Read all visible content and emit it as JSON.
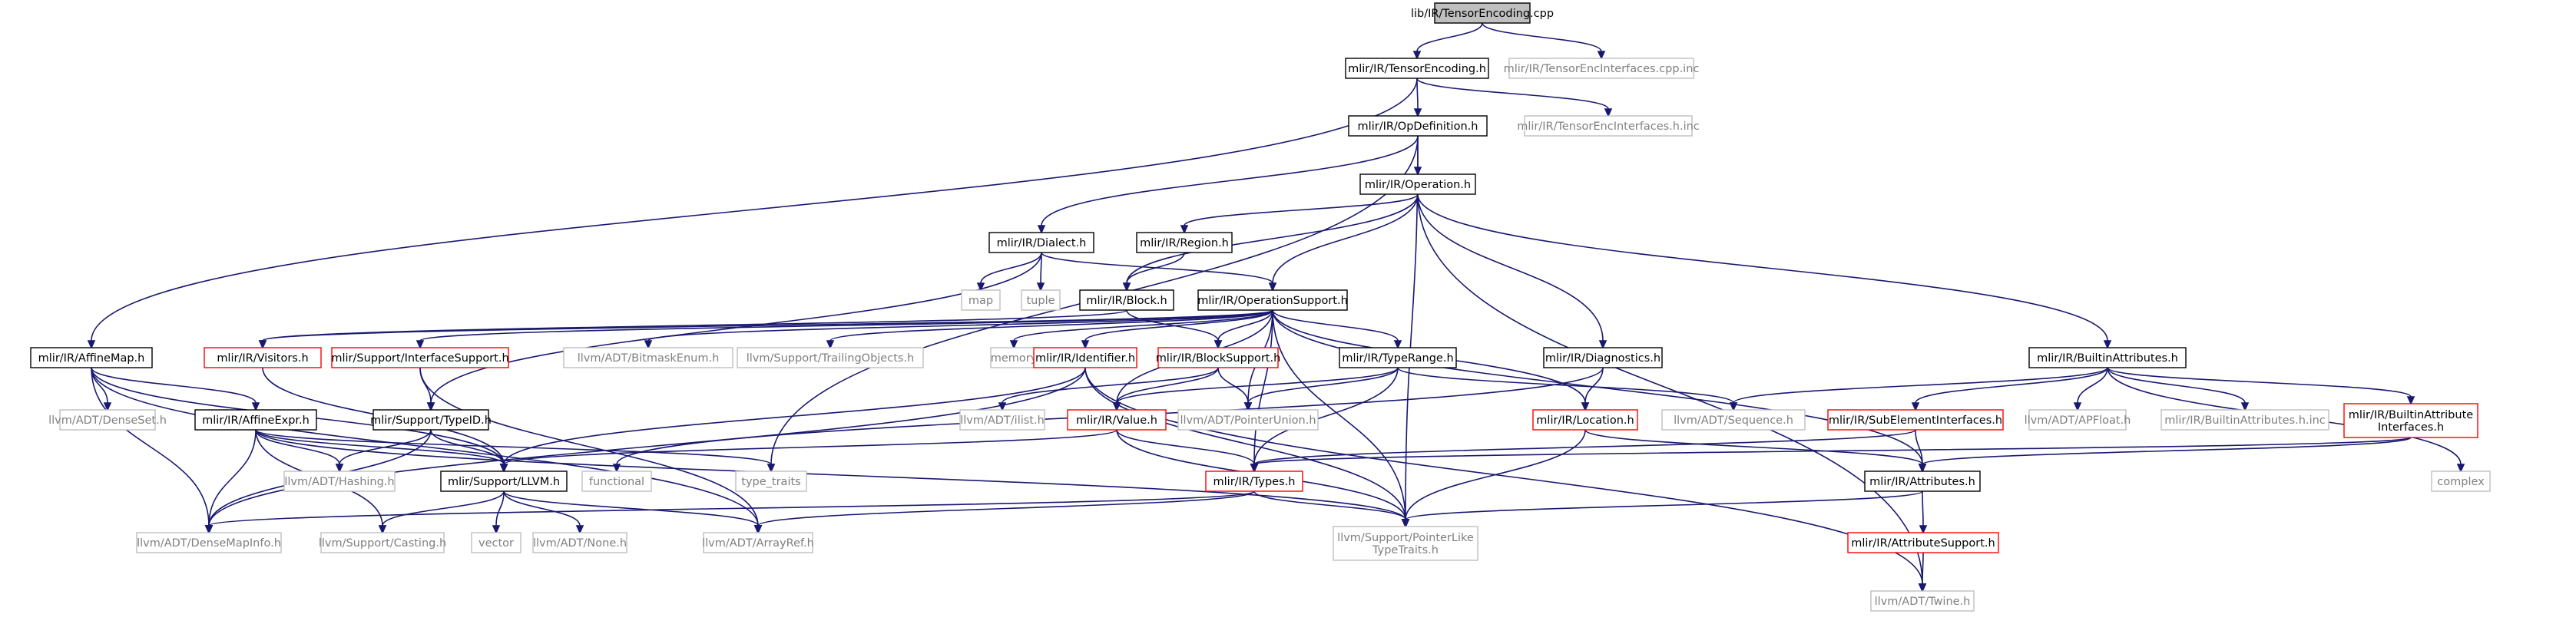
{
  "colors": {
    "edge": "#191970",
    "box_border_black": "#000000",
    "box_border_red": "#ff0000",
    "box_border_gray": "#bfbfbf",
    "root_fill": "#bfbfbf",
    "text_black": "#000000",
    "text_gray": "#7f7f7f"
  },
  "nodes": {
    "root": {
      "lines": [
        "lib/IR/TensorEncoding.cpp"
      ],
      "style": "root"
    },
    "tensorEncCppInc": {
      "lines": [
        "mlir/IR/TensorEncInterfaces.cpp.inc"
      ],
      "style": "gray"
    },
    "tensorEncH": {
      "lines": [
        "mlir/IR/TensorEncoding.h"
      ],
      "style": "black"
    },
    "affineMap": {
      "lines": [
        "mlir/IR/AffineMap.h"
      ],
      "style": "black"
    },
    "opDef": {
      "lines": [
        "mlir/IR/OpDefinition.h"
      ],
      "style": "black"
    },
    "tensorEncHInc": {
      "lines": [
        "mlir/IR/TensorEncInterfaces.h.inc"
      ],
      "style": "gray"
    },
    "operation": {
      "lines": [
        "mlir/IR/Operation.h"
      ],
      "style": "black"
    },
    "dialect": {
      "lines": [
        "mlir/IR/Dialect.h"
      ],
      "style": "black"
    },
    "region": {
      "lines": [
        "mlir/IR/Region.h"
      ],
      "style": "black"
    },
    "map": {
      "lines": [
        "map"
      ],
      "style": "gray"
    },
    "tuple": {
      "lines": [
        "tuple"
      ],
      "style": "gray"
    },
    "block": {
      "lines": [
        "mlir/IR/Block.h"
      ],
      "style": "black"
    },
    "opSupport": {
      "lines": [
        "mlir/IR/OperationSupport.h"
      ],
      "style": "black"
    },
    "visitors": {
      "lines": [
        "mlir/IR/Visitors.h"
      ],
      "style": "red"
    },
    "ifaceSupport": {
      "lines": [
        "mlir/Support/InterfaceSupport.h"
      ],
      "style": "red"
    },
    "bitmaskEnum": {
      "lines": [
        "llvm/ADT/BitmaskEnum.h"
      ],
      "style": "gray"
    },
    "trailingObjects": {
      "lines": [
        "llvm/Support/TrailingObjects.h"
      ],
      "style": "gray"
    },
    "memory": {
      "lines": [
        "memory"
      ],
      "style": "gray"
    },
    "identifier": {
      "lines": [
        "mlir/IR/Identifier.h"
      ],
      "style": "red"
    },
    "blockSupport": {
      "lines": [
        "mlir/IR/BlockSupport.h"
      ],
      "style": "red"
    },
    "typeRange": {
      "lines": [
        "mlir/IR/TypeRange.h"
      ],
      "style": "black"
    },
    "diagnostics": {
      "lines": [
        "mlir/IR/Diagnostics.h"
      ],
      "style": "black"
    },
    "builtinAttrs": {
      "lines": [
        "mlir/IR/BuiltinAttributes.h"
      ],
      "style": "black"
    },
    "denseSet": {
      "lines": [
        "llvm/ADT/DenseSet.h"
      ],
      "style": "gray"
    },
    "affineExpr": {
      "lines": [
        "mlir/IR/AffineExpr.h"
      ],
      "style": "black"
    },
    "typeID": {
      "lines": [
        "mlir/Support/TypeID.h"
      ],
      "style": "black"
    },
    "ilist": {
      "lines": [
        "llvm/ADT/ilist.h"
      ],
      "style": "gray"
    },
    "value": {
      "lines": [
        "mlir/IR/Value.h"
      ],
      "style": "red"
    },
    "pointerUnion": {
      "lines": [
        "llvm/ADT/PointerUnion.h"
      ],
      "style": "gray"
    },
    "location": {
      "lines": [
        "mlir/IR/Location.h"
      ],
      "style": "red"
    },
    "sequence": {
      "lines": [
        "llvm/ADT/Sequence.h"
      ],
      "style": "gray"
    },
    "subElemIfaces": {
      "lines": [
        "mlir/IR/SubElementInterfaces.h"
      ],
      "style": "red"
    },
    "apFloat": {
      "lines": [
        "llvm/ADT/APFloat.h"
      ],
      "style": "gray"
    },
    "builtinAttrsInc": {
      "lines": [
        "mlir/IR/BuiltinAttributes.h.inc"
      ],
      "style": "gray"
    },
    "builtinAttrIfaces": {
      "lines": [
        "mlir/IR/BuiltinAttribute",
        "Interfaces.h"
      ],
      "style": "red"
    },
    "hashing": {
      "lines": [
        "llvm/ADT/Hashing.h"
      ],
      "style": "gray"
    },
    "llvmH": {
      "lines": [
        "mlir/Support/LLVM.h"
      ],
      "style": "black"
    },
    "functional": {
      "lines": [
        "functional"
      ],
      "style": "gray"
    },
    "typeTraits": {
      "lines": [
        "type_traits"
      ],
      "style": "gray"
    },
    "types": {
      "lines": [
        "mlir/IR/Types.h"
      ],
      "style": "red"
    },
    "attributes": {
      "lines": [
        "mlir/IR/Attributes.h"
      ],
      "style": "black"
    },
    "complex": {
      "lines": [
        "complex"
      ],
      "style": "gray"
    },
    "denseMapInfo": {
      "lines": [
        "llvm/ADT/DenseMapInfo.h"
      ],
      "style": "gray"
    },
    "casting": {
      "lines": [
        "llvm/Support/Casting.h"
      ],
      "style": "gray"
    },
    "vector": {
      "lines": [
        "vector"
      ],
      "style": "gray"
    },
    "none": {
      "lines": [
        "llvm/ADT/None.h"
      ],
      "style": "gray"
    },
    "arrayRef": {
      "lines": [
        "llvm/ADT/ArrayRef.h"
      ],
      "style": "gray"
    },
    "ptrLikeTraits": {
      "lines": [
        "llvm/Support/PointerLike",
        "TypeTraits.h"
      ],
      "style": "gray"
    },
    "attrSupport": {
      "lines": [
        "mlir/IR/AttributeSupport.h"
      ],
      "style": "red"
    },
    "twine": {
      "lines": [
        "llvm/ADT/Twine.h"
      ],
      "style": "gray"
    }
  },
  "edges": [
    [
      "root",
      "tensorEncH"
    ],
    [
      "root",
      "tensorEncCppInc"
    ],
    [
      "tensorEncH",
      "affineMap"
    ],
    [
      "tensorEncH",
      "opDef"
    ],
    [
      "tensorEncH",
      "tensorEncHInc"
    ],
    [
      "opDef",
      "operation"
    ],
    [
      "opDef",
      "dialect"
    ],
    [
      "opDef",
      "ptrLikeTraits"
    ],
    [
      "opDef",
      "typeTraits"
    ],
    [
      "operation",
      "region"
    ],
    [
      "operation",
      "block"
    ],
    [
      "operation",
      "opSupport"
    ],
    [
      "operation",
      "diagnostics"
    ],
    [
      "operation",
      "builtinAttrs"
    ],
    [
      "operation",
      "twine"
    ],
    [
      "dialect",
      "map"
    ],
    [
      "dialect",
      "tuple"
    ],
    [
      "dialect",
      "opSupport"
    ],
    [
      "dialect",
      "typeID"
    ],
    [
      "region",
      "block"
    ],
    [
      "block",
      "blockSupport"
    ],
    [
      "block",
      "visitors"
    ],
    [
      "opSupport",
      "visitors"
    ],
    [
      "opSupport",
      "ifaceSupport"
    ],
    [
      "opSupport",
      "bitmaskEnum"
    ],
    [
      "opSupport",
      "trailingObjects"
    ],
    [
      "opSupport",
      "memory"
    ],
    [
      "opSupport",
      "identifier"
    ],
    [
      "opSupport",
      "blockSupport"
    ],
    [
      "opSupport",
      "typeRange"
    ],
    [
      "opSupport",
      "location"
    ],
    [
      "opSupport",
      "pointerUnion"
    ],
    [
      "opSupport",
      "ptrLikeTraits"
    ],
    [
      "opSupport",
      "attributes"
    ],
    [
      "opSupport",
      "value"
    ],
    [
      "opSupport",
      "types"
    ],
    [
      "ifaceSupport",
      "typeID"
    ],
    [
      "ifaceSupport",
      "arrayRef"
    ],
    [
      "visitors",
      "llvmH"
    ],
    [
      "identifier",
      "llvmH"
    ],
    [
      "identifier",
      "ptrLikeTraits"
    ],
    [
      "identifier",
      "twine"
    ],
    [
      "identifier",
      "denseMapInfo"
    ],
    [
      "blockSupport",
      "value"
    ],
    [
      "blockSupport",
      "pointerUnion"
    ],
    [
      "blockSupport",
      "ilist"
    ],
    [
      "typeRange",
      "value"
    ],
    [
      "typeRange",
      "pointerUnion"
    ],
    [
      "typeRange",
      "sequence"
    ],
    [
      "typeRange",
      "types"
    ],
    [
      "diagnostics",
      "location"
    ],
    [
      "diagnostics",
      "functional"
    ],
    [
      "builtinAttrs",
      "sequence"
    ],
    [
      "builtinAttrs",
      "subElemIfaces"
    ],
    [
      "builtinAttrs",
      "apFloat"
    ],
    [
      "builtinAttrs",
      "builtinAttrsInc"
    ],
    [
      "builtinAttrs",
      "builtinAttrIfaces"
    ],
    [
      "builtinAttrs",
      "complex"
    ],
    [
      "affineMap",
      "denseSet"
    ],
    [
      "affineMap",
      "affineExpr"
    ],
    [
      "affineMap",
      "llvmH"
    ],
    [
      "affineMap",
      "denseMapInfo"
    ],
    [
      "affineMap",
      "arrayRef"
    ],
    [
      "affineExpr",
      "llvmH"
    ],
    [
      "affineExpr",
      "hashing"
    ],
    [
      "affineExpr",
      "typeTraits"
    ],
    [
      "affineExpr",
      "casting"
    ],
    [
      "affineExpr",
      "denseMapInfo"
    ],
    [
      "affineExpr",
      "ptrLikeTraits"
    ],
    [
      "typeID",
      "llvmH"
    ],
    [
      "typeID",
      "hashing"
    ],
    [
      "typeID",
      "denseMapInfo"
    ],
    [
      "value",
      "types"
    ],
    [
      "value",
      "ptrLikeTraits"
    ],
    [
      "value",
      "llvmH"
    ],
    [
      "location",
      "attributes"
    ],
    [
      "location",
      "ptrLikeTraits"
    ],
    [
      "subElemIfaces",
      "attributes"
    ],
    [
      "subElemIfaces",
      "types"
    ],
    [
      "builtinAttrIfaces",
      "attributes"
    ],
    [
      "builtinAttrIfaces",
      "types"
    ],
    [
      "llvmH",
      "vector"
    ],
    [
      "llvmH",
      "none"
    ],
    [
      "llvmH",
      "casting"
    ],
    [
      "llvmH",
      "arrayRef"
    ],
    [
      "types",
      "denseMapInfo"
    ],
    [
      "types",
      "ptrLikeTraits"
    ],
    [
      "types",
      "arrayRef"
    ],
    [
      "attributes",
      "attrSupport"
    ],
    [
      "attributes",
      "ptrLikeTraits"
    ],
    [
      "attrSupport",
      "twine"
    ]
  ]
}
